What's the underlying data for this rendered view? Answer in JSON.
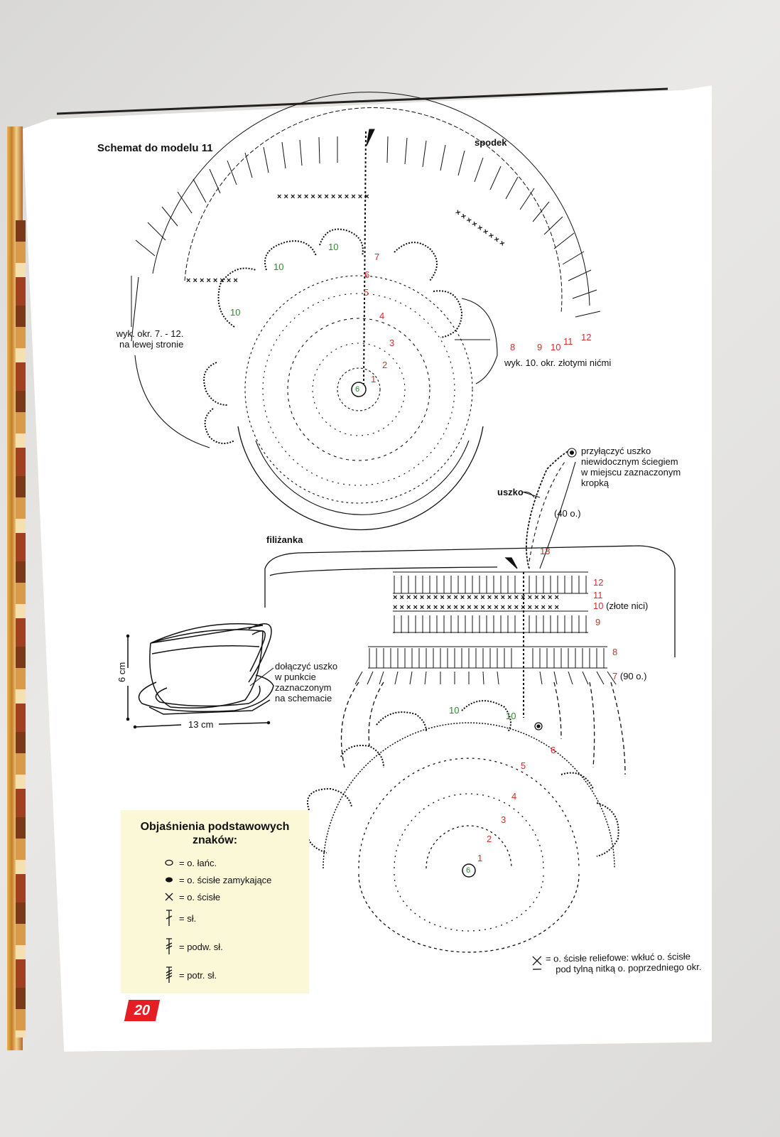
{
  "page": {
    "title": "Schemat do modelu 11",
    "page_number": "20",
    "accent_color": "#e31e24",
    "round_number_color": "#d0302a",
    "round10_color": "#2f8a2f",
    "legend_background": "#fbf8d8"
  },
  "saucer": {
    "label": "spodek",
    "note_left": [
      "wyk. okr. 7. - 12.",
      "na lewej stronie"
    ],
    "note_right": "wyk. 10. okr. złotymi nićmi",
    "round_numbers_inner": [
      "1",
      "2",
      "3",
      "4",
      "5",
      "6",
      "7"
    ],
    "round_numbers_outer": [
      "8",
      "9",
      "10",
      "11",
      "12"
    ],
    "green_labels": [
      "10",
      "10",
      "10"
    ],
    "center_label": "6"
  },
  "handle": {
    "label": "uszko",
    "chain_count": "(40 o.)",
    "round_number": "13",
    "note": [
      "przyłączyć uszko",
      "niewidocznym ściegiem",
      "w miejscu zaznaczonym",
      "kropką"
    ]
  },
  "cup": {
    "label": "filiżanka",
    "rows": [
      {
        "num": "12",
        "note": ""
      },
      {
        "num": "11",
        "note": ""
      },
      {
        "num": "10",
        "note": "(złote nici)"
      },
      {
        "num": "9",
        "note": ""
      },
      {
        "num": "8",
        "note": ""
      },
      {
        "num": "7",
        "note": "(90 o.)"
      }
    ],
    "bottom_round_numbers": [
      "1",
      "2",
      "3",
      "4",
      "5",
      "6"
    ],
    "green_labels": [
      "10",
      "10"
    ],
    "center_label": "6"
  },
  "illustration": {
    "height_label": "6 cm",
    "width_label": "13 cm",
    "note": [
      "dołączyć uszko",
      "w punkcie",
      "zaznaczonym",
      "na schemacie"
    ]
  },
  "legend": {
    "title": [
      "Objaśnienia podstawowych",
      "znaków:"
    ],
    "items": [
      {
        "icon": "chain-circle-icon",
        "text": "= o. łańc."
      },
      {
        "icon": "slip-stitch-dot-icon",
        "text": "= o. ścisłe zamykające"
      },
      {
        "icon": "single-crochet-x-icon",
        "text": "= o. ścisłe"
      },
      {
        "icon": "double-crochet-icon",
        "text": "= sł."
      },
      {
        "icon": "treble-crochet-icon",
        "text": "= podw. sł."
      },
      {
        "icon": "double-treble-icon",
        "text": "= potr. sł."
      }
    ]
  },
  "relief_note": {
    "icon": "relief-stitch-icon",
    "lines": [
      "= o. ścisłe reliefowe: wkłuć o. ścisłe",
      "pod tylną nitką o. poprzedniego okr."
    ]
  }
}
